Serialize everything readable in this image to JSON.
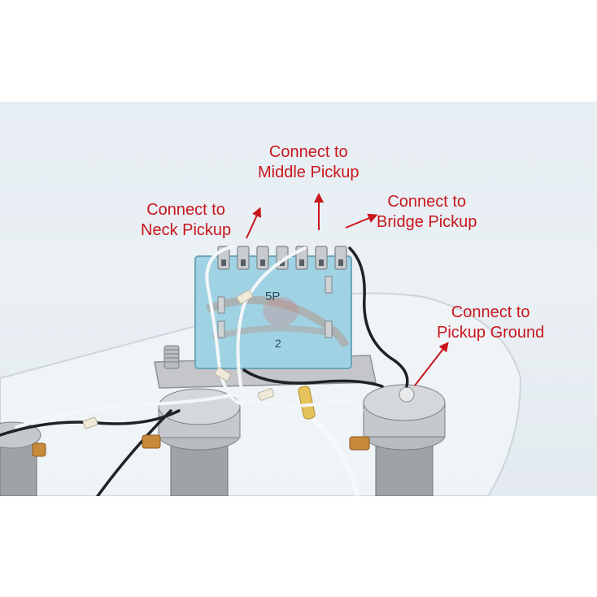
{
  "switch_marking": {
    "type": "5P",
    "number": "2"
  },
  "labels": {
    "middle": {
      "line1": "Connect to",
      "line2": "Middle Pickup"
    },
    "neck": {
      "line1": "Connect to",
      "line2": "Neck Pickup"
    },
    "bridge": {
      "line1": "Connect to",
      "line2": "Bridge Pickup"
    },
    "ground": {
      "line1": "Connect to",
      "line2": "Pickup Ground"
    }
  },
  "colors": {
    "annotation": "#c8161d",
    "switch_board": "#9fd3e4",
    "background": "#e7eef3"
  }
}
